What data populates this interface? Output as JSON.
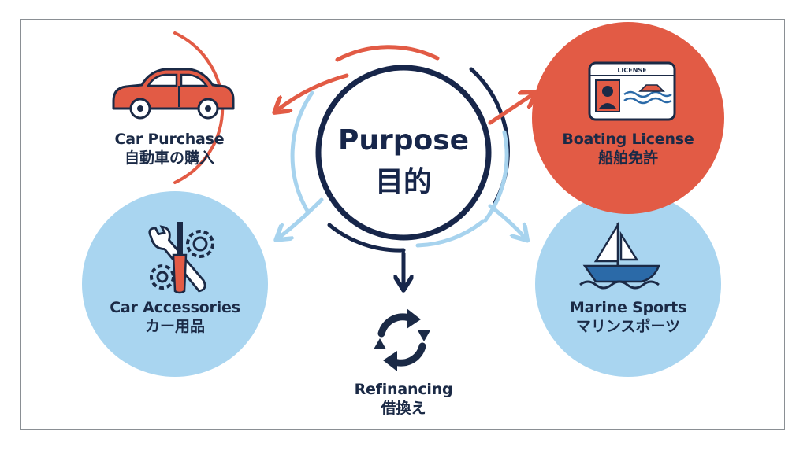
{
  "center": {
    "en": "Purpose",
    "jp": "目的"
  },
  "nodes": {
    "car_purchase": {
      "en": "Car Purchase",
      "jp": "自動車の購入"
    },
    "boating_license": {
      "en": "Boating License",
      "jp": "船舶免許",
      "card_label": "LICENSE"
    },
    "car_accessories": {
      "en": "Car Accessories",
      "jp": "カー用品"
    },
    "marine_sports": {
      "en": "Marine Sports",
      "jp": "マリンスポーツ"
    },
    "refinancing": {
      "en": "Refinancing",
      "jp": "借換え"
    }
  },
  "icons": [
    "car-icon",
    "license-card-icon",
    "tools-gears-icon",
    "boat-icon",
    "refresh-cycle-icon"
  ],
  "colors": {
    "navy": "#17264a",
    "red": "#e25b45",
    "light_blue": "#a7d3ee",
    "blue_bg": "#a9d5f0"
  }
}
